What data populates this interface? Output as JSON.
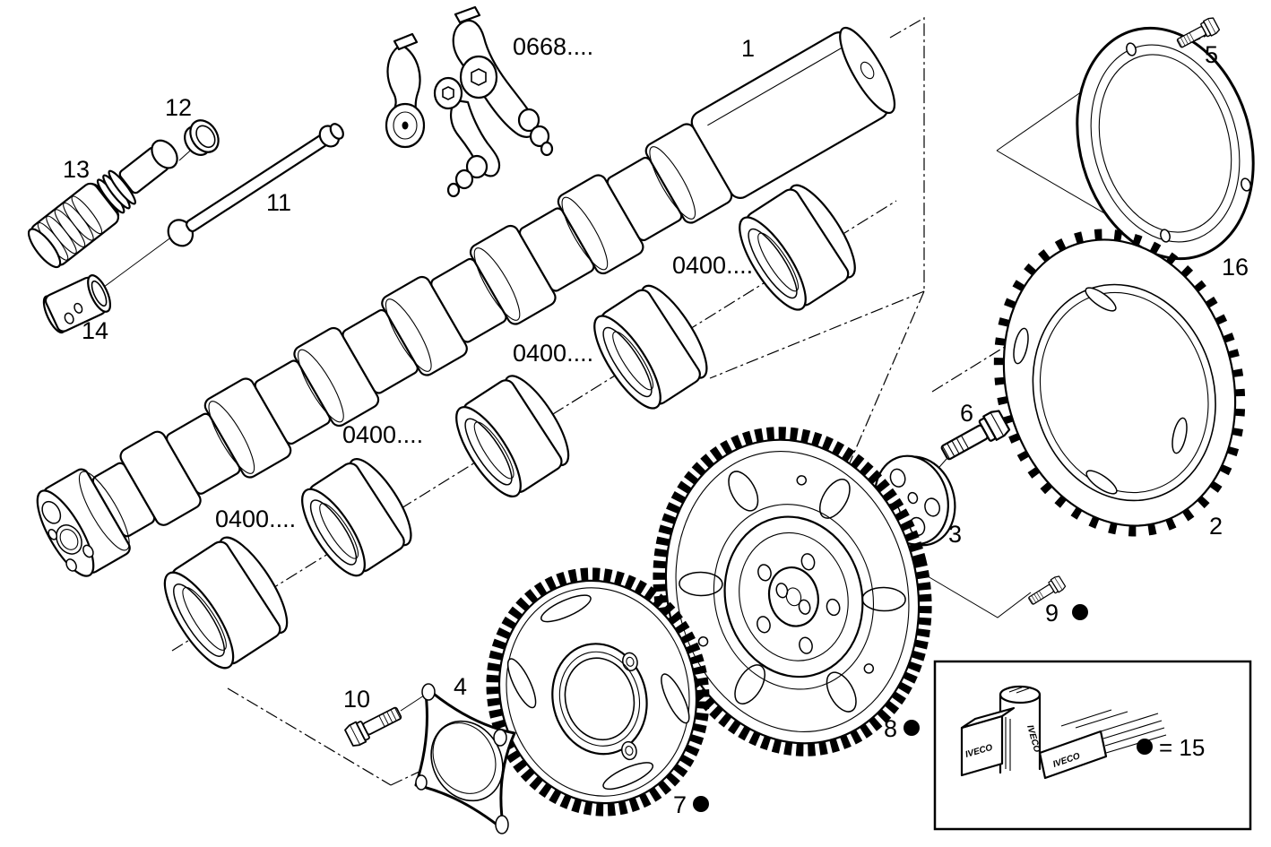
{
  "diagram": {
    "kind": "exploded-parts-line-drawing",
    "subject": "engine camshaft, tappets, timing gears and phonic wheel",
    "ink": "#000000",
    "paper": "#ffffff"
  },
  "part_labels": {
    "p1": "1",
    "p2": "2",
    "p3": "3",
    "p4": "4",
    "p5": "5",
    "p6": "6",
    "p7": "7",
    "p8": "8",
    "p9": "9",
    "p10": "10",
    "p11": "11",
    "p12": "12",
    "p13": "13",
    "p14": "14",
    "p16": "16"
  },
  "group_labels": {
    "rocker": "0668....",
    "bearing_1": "0400....",
    "bearing_2": "0400....",
    "bearing_3": "0400....",
    "bearing_4": "0400...."
  },
  "legend": {
    "dot_symbol": "●",
    "equation": "= 15",
    "brand": "IVECO"
  }
}
